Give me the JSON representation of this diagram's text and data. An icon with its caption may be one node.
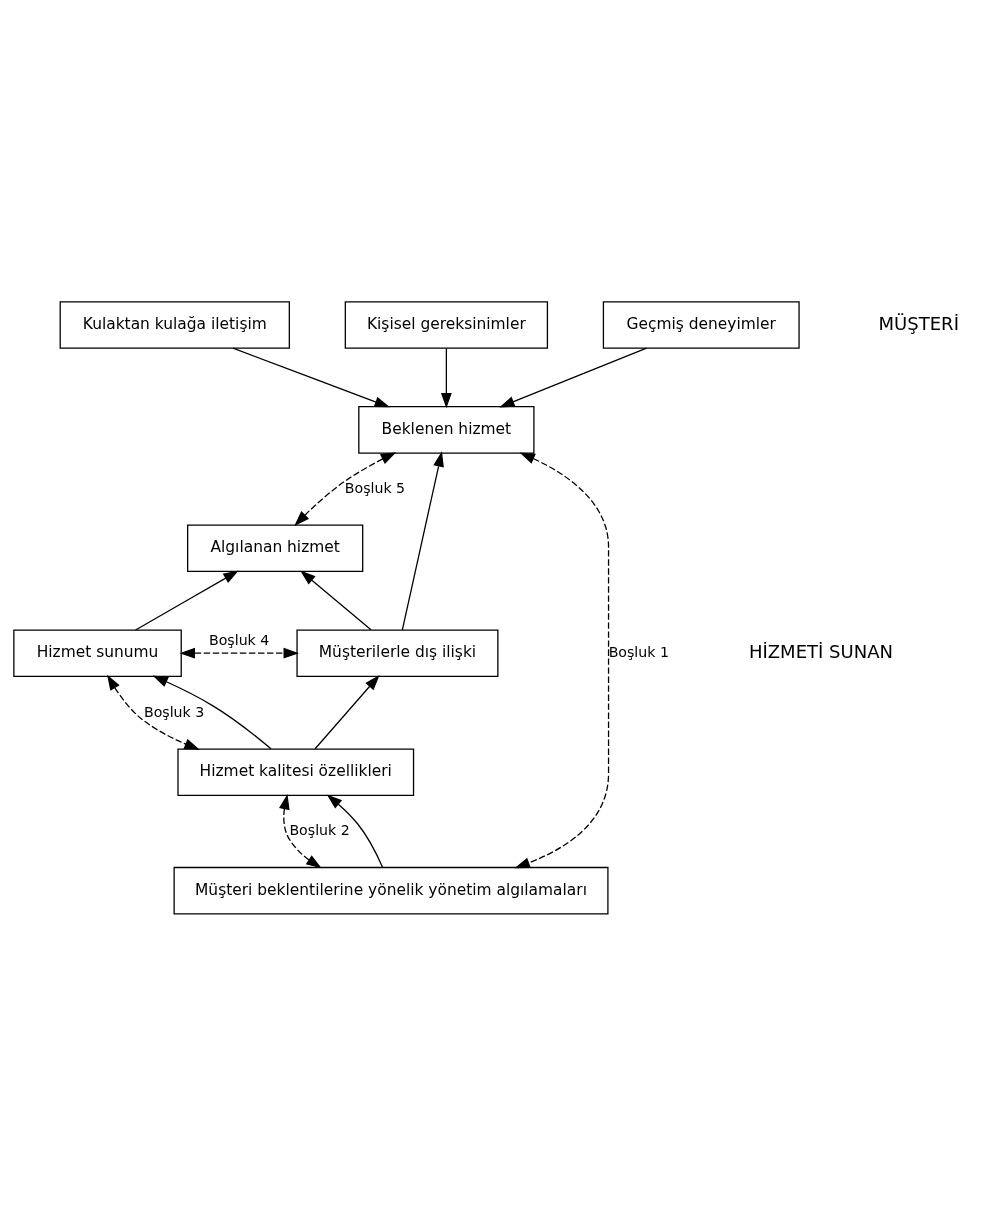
{
  "diagram": {
    "nodes": [
      {
        "text": [
          "Kulaktan kulağa iletişim"
        ]
      },
      {
        "text": [
          "Kişisel gereksinimler"
        ]
      },
      {
        "text": [
          "Geçmiş deneyimler"
        ]
      },
      {
        "text": [
          "Beklenen hizmet"
        ]
      },
      {
        "text": [
          "Algılanan hizmet"
        ]
      },
      {
        "text": [
          "Hizmet sunumu"
        ]
      },
      {
        "text": [
          "Müşterilerle dış ilişki"
        ]
      },
      {
        "text": [
          "Hizmet kalitesi özellikleri"
        ]
      },
      {
        "text": [
          "Müşteri beklentilerine yönelik yönetim algılamaları"
        ]
      }
    ],
    "edges": [
      {
        "from": 0,
        "to": 3,
        "arrow": "to"
      },
      {
        "from": 1,
        "to": 3,
        "arrow": "to"
      },
      {
        "from": 2,
        "to": 3,
        "arrow": "to"
      },
      {
        "from": 3,
        "to": 4,
        "arrow": "both",
        "style": "dashed",
        "label": "Boşluk 5"
      },
      {
        "from": 6,
        "to": 3,
        "arrow": "to"
      },
      {
        "from": 6,
        "to": 4,
        "arrow": "to"
      },
      {
        "from": 5,
        "to": 4,
        "arrow": "to"
      },
      {
        "from": 5,
        "to": 6,
        "arrow": "both",
        "style": "dashed",
        "label": "Boşluk 4"
      },
      {
        "from": 5,
        "to": 7,
        "arrow": "both",
        "style": "dashed",
        "label": "Boşluk 3"
      },
      {
        "from": 7,
        "to": 5,
        "arrow": "to"
      },
      {
        "from": 7,
        "to": 6,
        "arrow": "to"
      },
      {
        "from": 7,
        "to": 8,
        "arrow": "both",
        "style": "dashed",
        "label": "Boşluk 2"
      },
      {
        "from": 8,
        "to": 7,
        "arrow": "to"
      },
      {
        "from": 3,
        "to": 8,
        "arrow": "both",
        "style": "dashed",
        "label": "Boşluk 1"
      }
    ],
    "labels": [
      "MÜŞTERİ",
      "HİZMETİ SUNAN"
    ]
  }
}
